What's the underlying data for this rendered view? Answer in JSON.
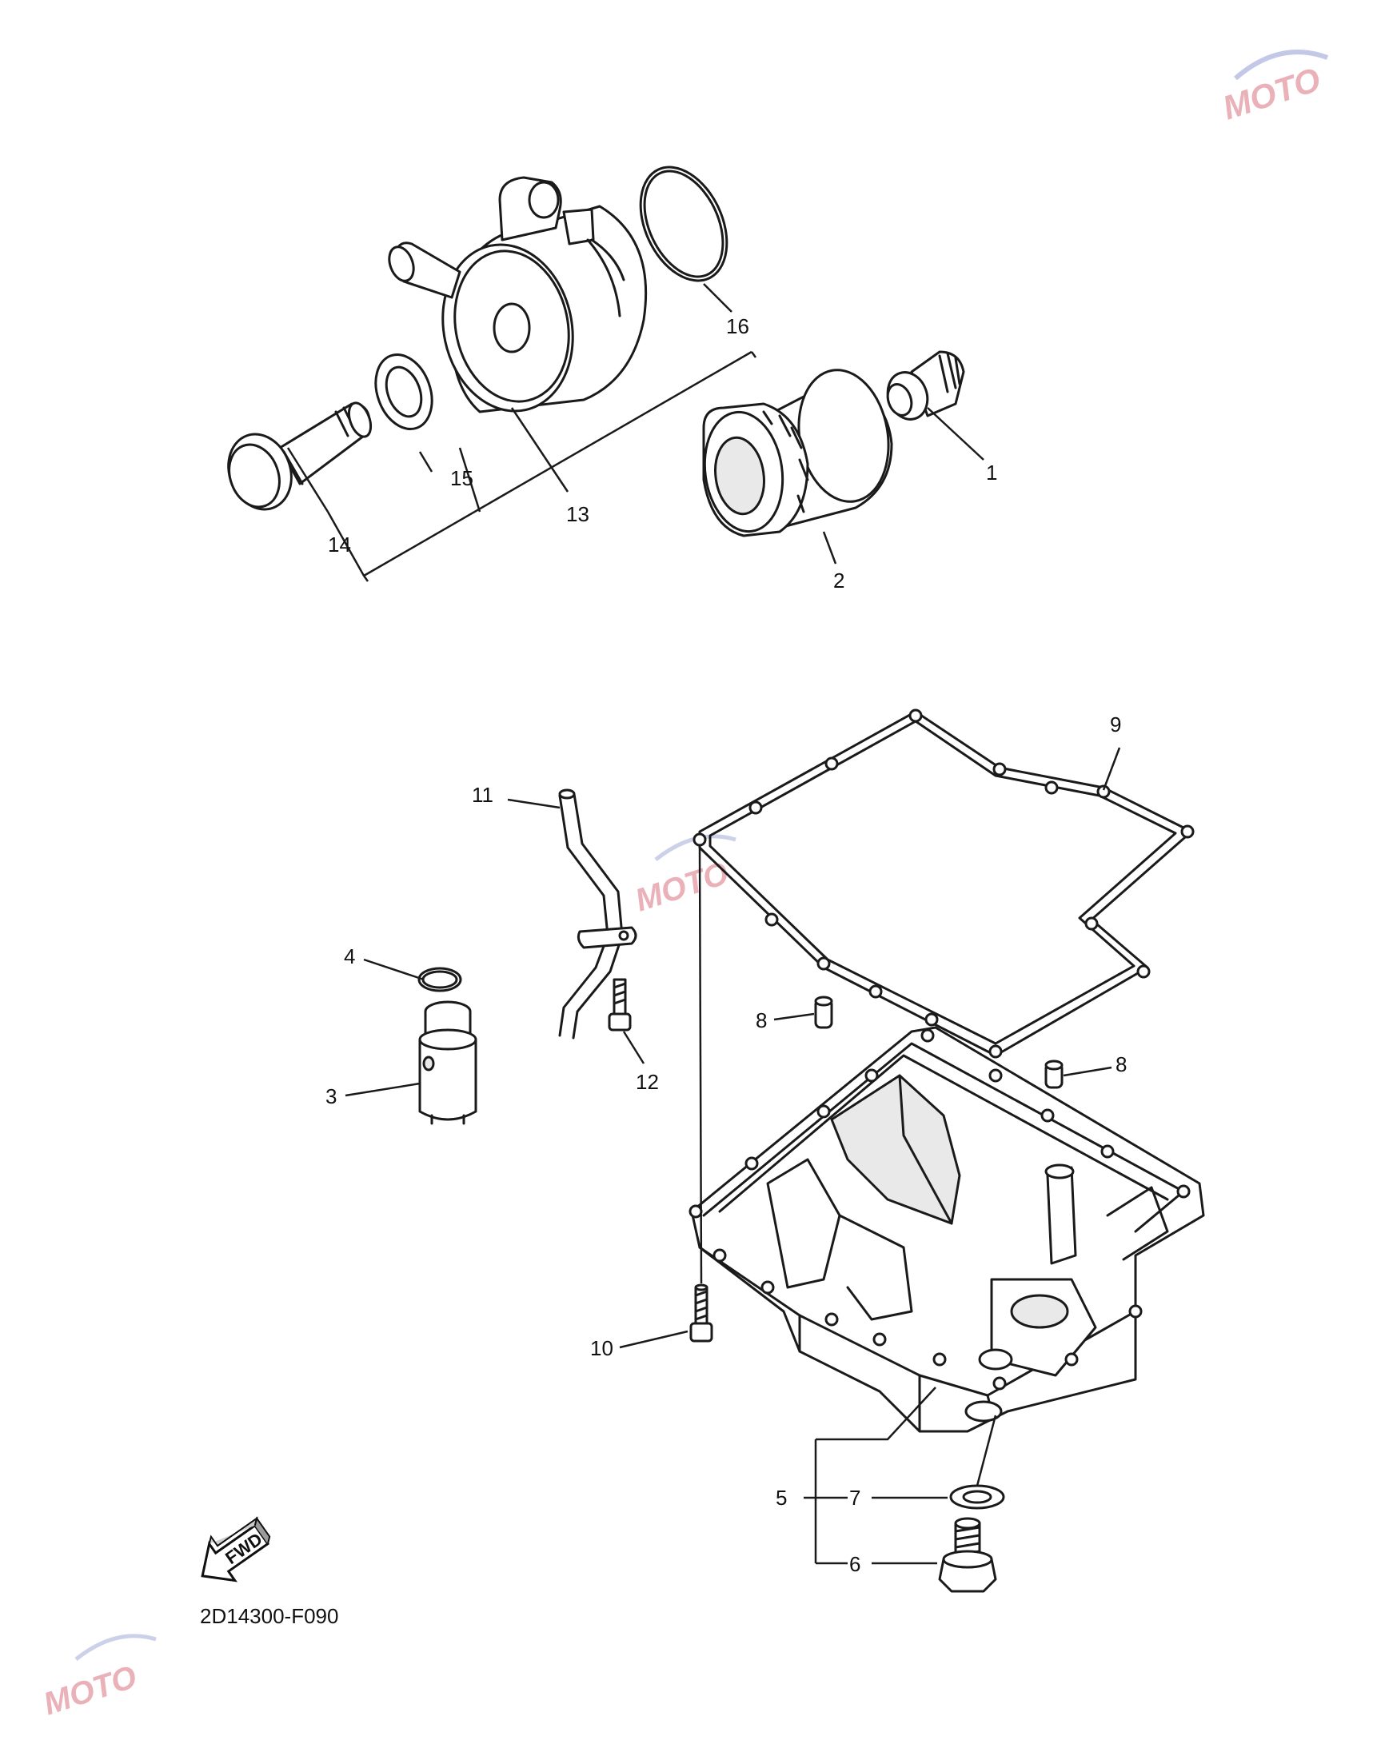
{
  "diagram": {
    "code": "2D14300-F090",
    "fwd_label": "FWD",
    "watermark": "MOTO",
    "callouts": {
      "c1": "1",
      "c2": "2",
      "c3": "3",
      "c4": "4",
      "c5": "5",
      "c6": "6",
      "c7": "7",
      "c8a": "8",
      "c8b": "8",
      "c9": "9",
      "c10": "10",
      "c11": "11",
      "c12": "12",
      "c13": "13",
      "c14": "14",
      "c15": "15",
      "c16": "16"
    }
  }
}
